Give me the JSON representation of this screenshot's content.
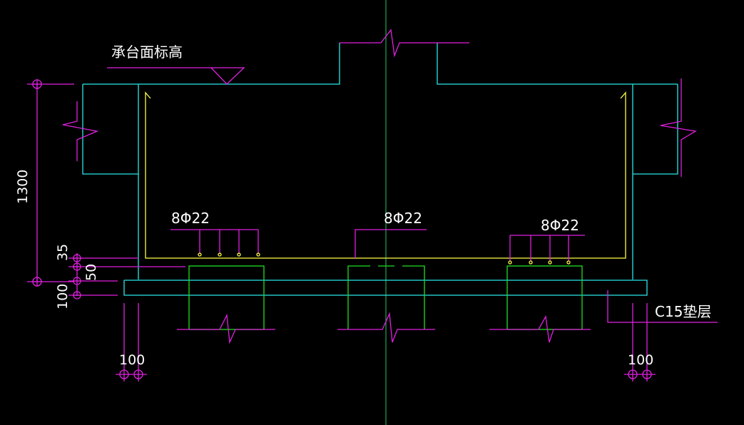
{
  "drawing": {
    "cap_top_label": "承台面标高",
    "rebar_left": "8Φ22",
    "rebar_middle": "8Φ22",
    "rebar_right": "8Φ22",
    "cushion_label": "C15垫层",
    "dim_height": "1300",
    "dim_35": "35",
    "dim_50": "50",
    "dim_100_vertical": "100",
    "dim_100_left": "100",
    "dim_100_right": "100"
  },
  "colors": {
    "background": "#000000",
    "magenta": "#e020e0",
    "cyan": "#28e8e8",
    "green": "#20e020",
    "yellow": "#ffff40",
    "text": "#ffffff"
  }
}
